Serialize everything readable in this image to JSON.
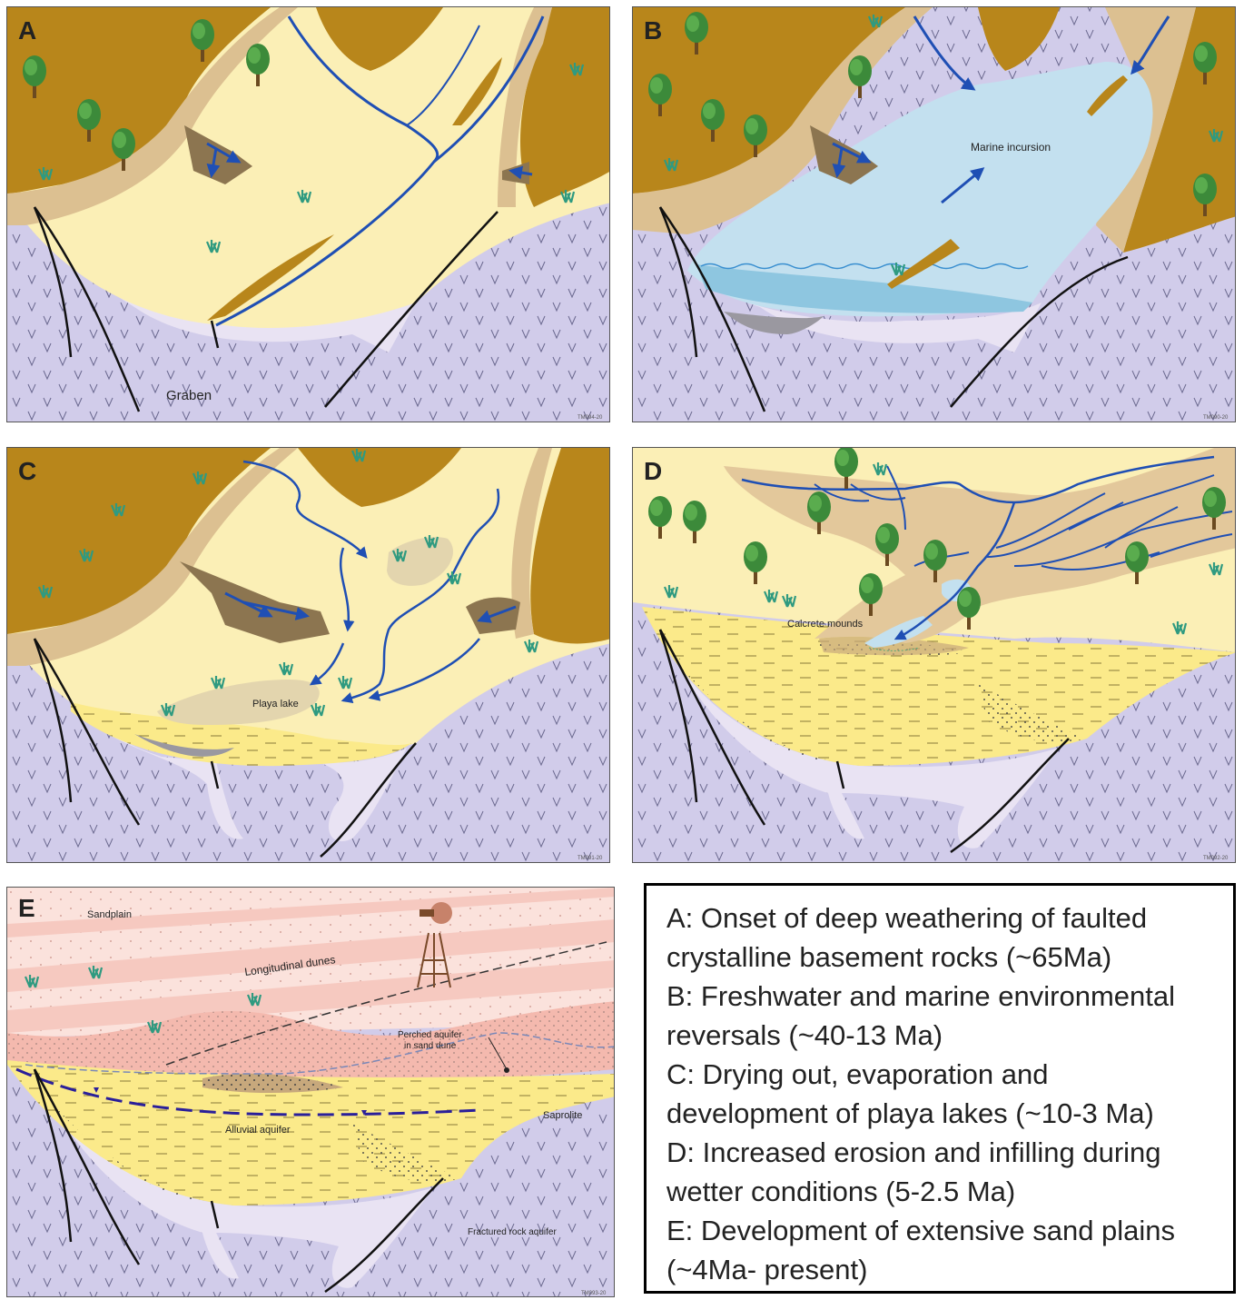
{
  "panels": {
    "a": {
      "letter": "A",
      "labels": {
        "graben": "Graben"
      },
      "code": "TM094-20"
    },
    "b": {
      "letter": "B",
      "labels": {
        "marine": "Marine incursion"
      },
      "code": "TM090-20"
    },
    "c": {
      "letter": "C",
      "labels": {
        "playa": "Playa lake"
      },
      "code": "TM091-20"
    },
    "d": {
      "letter": "D",
      "labels": {
        "calcrete": "Calcrete mounds"
      },
      "code": "TM092-20"
    },
    "e": {
      "letter": "E",
      "labels": {
        "sandplain": "Sandplain",
        "dunes": "Longitudinal dunes",
        "perched1": "Perched aquifer",
        "perched2": "in sand dune",
        "saprolite": "Saprolite",
        "alluvial": "Alluvial aquifer",
        "fractured": "Fractured rock aquifer"
      },
      "code": "TM093-20"
    }
  },
  "caption": {
    "lines": [
      "A: Onset of deep weathering of faulted",
      "crystalline basement rocks (~65Ma)",
      "B: Freshwater and marine environmental",
      "reversals (~40-13 Ma)",
      "C: Drying out, evaporation and",
      "development of playa lakes (~10-3 Ma)",
      "D: Increased erosion and infilling during",
      "wetter conditions (5-2.5 Ma)",
      "E: Development of extensive sand plains",
      "(~4Ma- present)"
    ]
  },
  "colors": {
    "basement": "#c9c3e6",
    "regolith": "#e9e3f3",
    "plateau": "#b8861b",
    "slope": "#dcc091",
    "valley": "#fbefb6",
    "water": "#c3e0ef",
    "river": "#1f4fb4",
    "sandplain": "#fbe2dc",
    "dune": "#f4b9ae"
  }
}
